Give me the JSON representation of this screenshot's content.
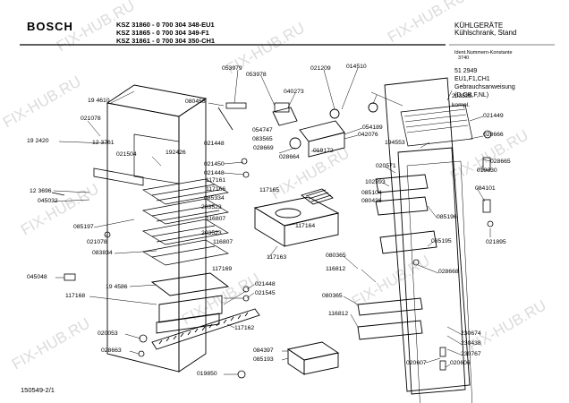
{
  "header": {
    "brand": "BOSCH",
    "models": [
      "KSZ 31860 - 0 700 304 348-EU1",
      "KSZ 31865 - 0 700 304 349-F1",
      "KSZ 31861 - 0 700 304 350-CH1"
    ],
    "category_line1": "KÜHLGERÄTE",
    "category_line2": "Kühlschrank, Stand",
    "ident_label": "Ident.Nummern-Konstante",
    "ident_value": "3740",
    "doc_lines": [
      "51 2949",
      "EU1,F1,CH1",
      "Gebrauchsanweisung",
      "(D,GB,F,NL)"
    ]
  },
  "footer": {
    "code": "150549-2/1"
  },
  "watermark": "FIX-HUB.RU",
  "part_labels": [
    "19 4610",
    "021078",
    "19 2420",
    "12 3761",
    "021504",
    "12 3696",
    "045032",
    "085197",
    "021078",
    "083834",
    "045048",
    "19 4586",
    "117168",
    "020053",
    "028663",
    "019850",
    "080458",
    "053979",
    "053978",
    "040273",
    "021209",
    "014510",
    "054747",
    "083565",
    "028669",
    "028664",
    "054189",
    "042076",
    "019172",
    "021448",
    "021450",
    "021448",
    "192426",
    "117161",
    "117166",
    "085334",
    "203523",
    "116807",
    "203523",
    "116807",
    "117165",
    "117169",
    "021448",
    "021545",
    "117163",
    "117164",
    "117162",
    "084397",
    "085193",
    "203525",
    "kompl.",
    "021449",
    "028666",
    "028665",
    "019830",
    "084101",
    "194553",
    "020571",
    "102393",
    "085104",
    "080436",
    "085196",
    "085195",
    "021895",
    "080365",
    "116812",
    "028668",
    "080365",
    "116812",
    "230674",
    "230438",
    "230767",
    "020607",
    "020606"
  ]
}
